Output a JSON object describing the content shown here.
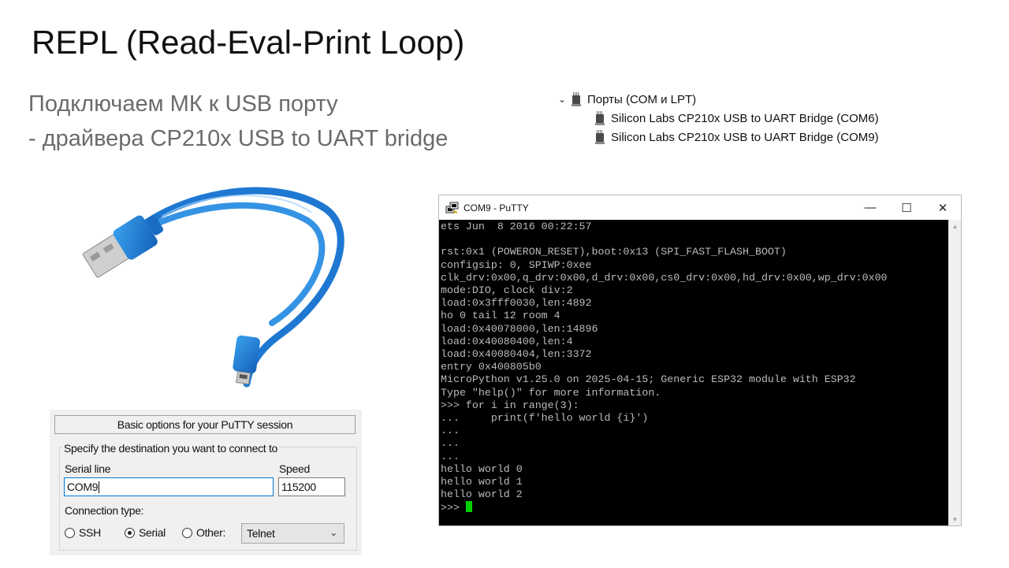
{
  "slide": {
    "title": "REPL (Read-Eval-Print Loop)",
    "subtitle_line1": "Подключаем МК к USB порту",
    "subtitle_line2": "- драйвера CP210x USB to UART bridge"
  },
  "device_manager": {
    "category": "Порты (COM и LPT)",
    "devices": [
      "Silicon Labs CP210x USB to UART Bridge (COM6)",
      "Silicon Labs CP210x USB to UART Bridge (COM9)"
    ],
    "icons": {
      "expand": "chevron-down-icon",
      "port": "port-connector-icon"
    }
  },
  "putty_window": {
    "title": "COM9 - PuTTY",
    "minimize_glyph": "—",
    "maximize_glyph": "☐",
    "close_glyph": "✕",
    "terminal_lines": [
      "ets Jun  8 2016 00:22:57",
      "",
      "rst:0x1 (POWERON_RESET),boot:0x13 (SPI_FAST_FLASH_BOOT)",
      "configsip: 0, SPIWP:0xee",
      "clk_drv:0x00,q_drv:0x00,d_drv:0x00,cs0_drv:0x00,hd_drv:0x00,wp_drv:0x00",
      "mode:DIO, clock div:2",
      "load:0x3fff0030,len:4892",
      "ho 0 tail 12 room 4",
      "load:0x40078000,len:14896",
      "load:0x40080400,len:4",
      "load:0x40080404,len:3372",
      "entry 0x400805b0",
      "MicroPython v1.25.0 on 2025-04-15; Generic ESP32 module with ESP32",
      "Type \"help()\" for more information.",
      ">>> for i in range(3):",
      "...     print(f'hello world {i}')",
      "...",
      "...",
      "...",
      "hello world 0",
      "hello world 1",
      "hello world 2"
    ],
    "prompt": ">>> ",
    "colors": {
      "terminal_bg": "#000000",
      "terminal_fg": "#bbbbbb",
      "cursor": "#00d000"
    }
  },
  "putty_config": {
    "banner": "Basic options for your PuTTY session",
    "group_title": "Specify the destination you want to connect to",
    "serial_line_label": "Serial line",
    "serial_line_value": "COM9",
    "speed_label": "Speed",
    "speed_value": "115200",
    "connection_type_label": "Connection type:",
    "options": [
      {
        "label": "SSH",
        "selected": false
      },
      {
        "label": "Serial",
        "selected": true
      },
      {
        "label": "Other:",
        "selected": false
      }
    ],
    "other_select_value": "Telnet"
  }
}
